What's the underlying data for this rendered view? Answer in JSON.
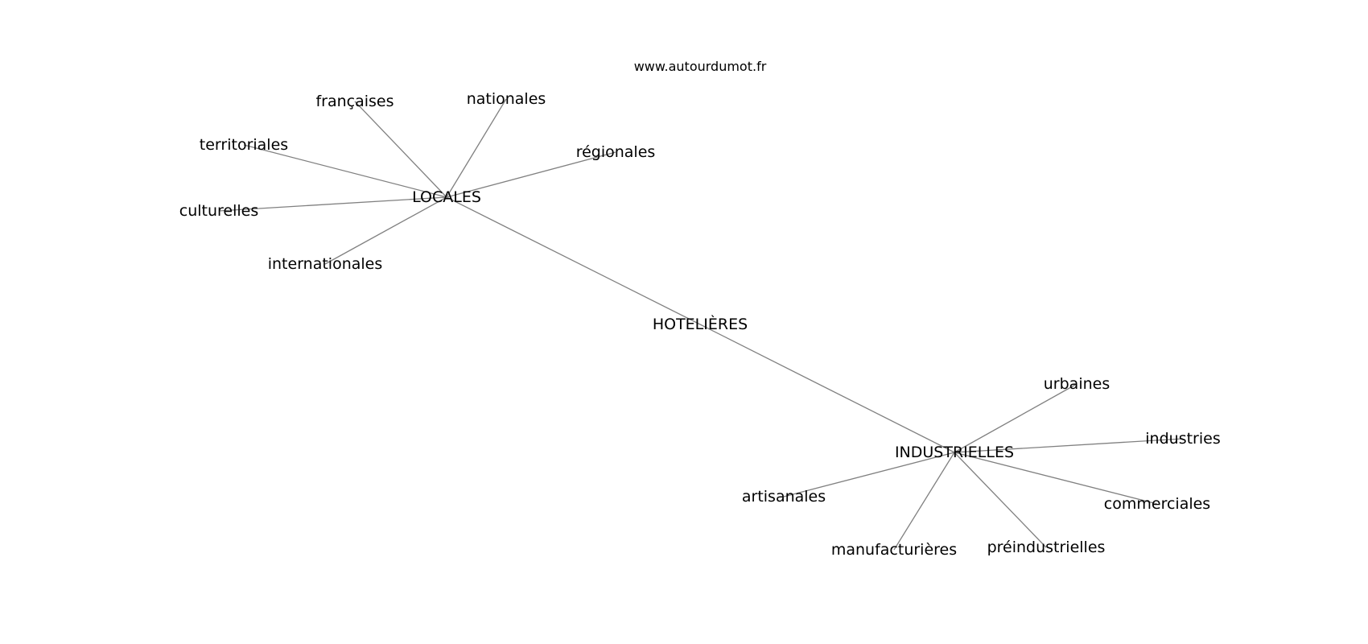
{
  "source": "www.autourdumot.fr",
  "graph": {
    "nodes": [
      {
        "id": "hotelieres",
        "label": "HOTELIÈRES"
      },
      {
        "id": "locales",
        "label": "LOCALES"
      },
      {
        "id": "industrielles",
        "label": "INDUSTRIELLES"
      },
      {
        "id": "francaises",
        "label": "françaises"
      },
      {
        "id": "nationales",
        "label": "nationales"
      },
      {
        "id": "territoriales",
        "label": "territoriales"
      },
      {
        "id": "regionales",
        "label": "régionales"
      },
      {
        "id": "culturelles",
        "label": "culturelles"
      },
      {
        "id": "internationales",
        "label": "internationales"
      },
      {
        "id": "urbaines",
        "label": "urbaines"
      },
      {
        "id": "industries",
        "label": "industries"
      },
      {
        "id": "artisanales",
        "label": "artisanales"
      },
      {
        "id": "commerciales",
        "label": "commerciales"
      },
      {
        "id": "manufacturieres",
        "label": "manufacturières"
      },
      {
        "id": "preindustrielles",
        "label": "préindustrielles"
      }
    ],
    "edges": [
      [
        "hotelieres",
        "locales"
      ],
      [
        "hotelieres",
        "industrielles"
      ],
      [
        "locales",
        "francaises"
      ],
      [
        "locales",
        "nationales"
      ],
      [
        "locales",
        "territoriales"
      ],
      [
        "locales",
        "regionales"
      ],
      [
        "locales",
        "culturelles"
      ],
      [
        "locales",
        "internationales"
      ],
      [
        "industrielles",
        "urbaines"
      ],
      [
        "industrielles",
        "industries"
      ],
      [
        "industrielles",
        "artisanales"
      ],
      [
        "industrielles",
        "commerciales"
      ],
      [
        "industrielles",
        "manufacturieres"
      ],
      [
        "industrielles",
        "preindustrielles"
      ]
    ]
  }
}
